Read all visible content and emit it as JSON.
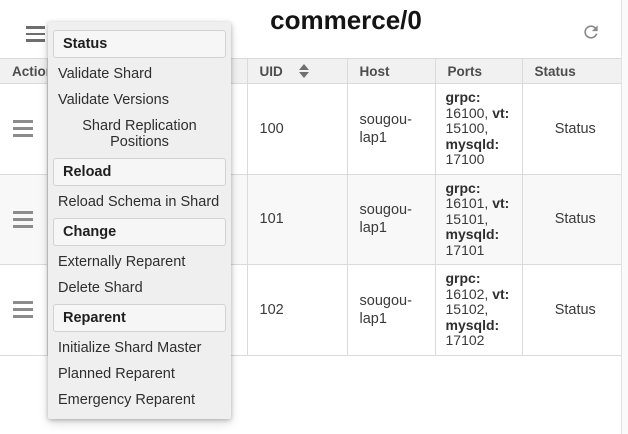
{
  "header": {
    "title": "commerce/0"
  },
  "menu": {
    "sections": [
      {
        "header": "Status",
        "items": [
          {
            "label": "Validate Shard"
          },
          {
            "label": "Validate Versions"
          },
          {
            "label": "Shard Replication Positions",
            "align": "center"
          }
        ]
      },
      {
        "header": "Reload",
        "items": [
          {
            "label": "Reload Schema in Shard"
          }
        ]
      },
      {
        "header": "Change",
        "items": [
          {
            "label": "Externally Reparent"
          },
          {
            "label": "Delete Shard"
          }
        ]
      },
      {
        "header": "Reparent",
        "items": [
          {
            "label": "Initialize Shard Master"
          },
          {
            "label": "Planned Reparent"
          },
          {
            "label": "Emergency Reparent"
          }
        ]
      }
    ]
  },
  "table": {
    "columns": {
      "actions": "Actions",
      "hidden": "",
      "uid": "UID",
      "host": "Host",
      "ports": "Ports",
      "status": "Status"
    },
    "rows": [
      {
        "uid": "100",
        "host": "sougou-lap1",
        "ports": [
          {
            "label": "grpc:",
            "value": "16100"
          },
          {
            "label": "vt:",
            "value": "15100"
          },
          {
            "label": "mysqld:",
            "value": "17100"
          }
        ],
        "status": "Status"
      },
      {
        "uid": "101",
        "host": "sougou-lap1",
        "ports": [
          {
            "label": "grpc:",
            "value": "16101"
          },
          {
            "label": "vt:",
            "value": "15101"
          },
          {
            "label": "mysqld:",
            "value": "17101"
          }
        ],
        "status": "Status"
      },
      {
        "uid": "102",
        "host": "sougou-lap1",
        "ports": [
          {
            "label": "grpc:",
            "value": "16102"
          },
          {
            "label": "vt:",
            "value": "15102"
          },
          {
            "label": "mysqld:",
            "value": "17102"
          }
        ],
        "status": "Status"
      }
    ]
  },
  "colors": {
    "accent_gray": "#757575",
    "table_header_bg": "#f1f1f1",
    "stripe_bg": "#f8f8f8",
    "menu_bg": "#efefef",
    "border": "#dadada"
  }
}
